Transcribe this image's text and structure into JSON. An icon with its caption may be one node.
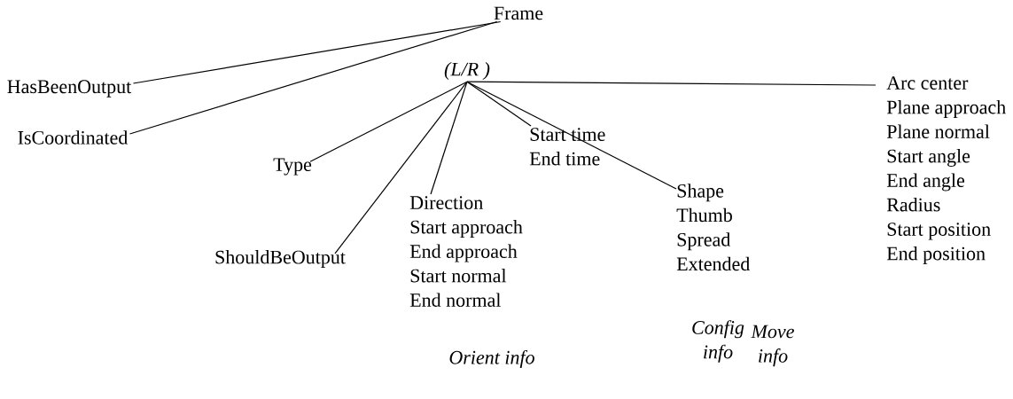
{
  "diagram": {
    "nodes": [
      {
        "text": [
          "Frame"
        ]
      },
      {
        "text": [
          "(L/R )"
        ]
      },
      {
        "text": [
          "HasBeenOutput"
        ]
      },
      {
        "text": [
          "IsCoordinated"
        ]
      },
      {
        "text": [
          "Type"
        ]
      },
      {
        "text": [
          "ShouldBeOutput"
        ]
      },
      {
        "text": [
          "Direction",
          "Start approach",
          "End approach",
          "Start normal",
          "End normal"
        ],
        "beside": [
          "Orient info"
        ]
      },
      {
        "text": [
          "Start time",
          "End time"
        ]
      },
      {
        "text": [
          "Shape",
          "Thumb",
          "Spread",
          "Extended"
        ],
        "beside": [
          "Config info"
        ]
      },
      {
        "text": [
          "Arc center",
          "Plane approach",
          "Plane normal",
          "Start angle",
          "End angle",
          "Radius",
          "Start position",
          "End position"
        ],
        "beside": [
          "Move info"
        ]
      }
    ],
    "edges": [
      {
        "from": 0,
        "to": 2,
        "arrow": "none"
      },
      {
        "from": 0,
        "to": 3,
        "arrow": "none"
      },
      {
        "from": 1,
        "to": 4,
        "arrow": "none"
      },
      {
        "from": 1,
        "to": 5,
        "arrow": "none"
      },
      {
        "from": 1,
        "to": 6,
        "arrow": "none"
      },
      {
        "from": 1,
        "to": 7,
        "arrow": "none"
      },
      {
        "from": 1,
        "to": 8,
        "arrow": "none"
      },
      {
        "from": 1,
        "to": 9,
        "arrow": "none"
      }
    ]
  }
}
